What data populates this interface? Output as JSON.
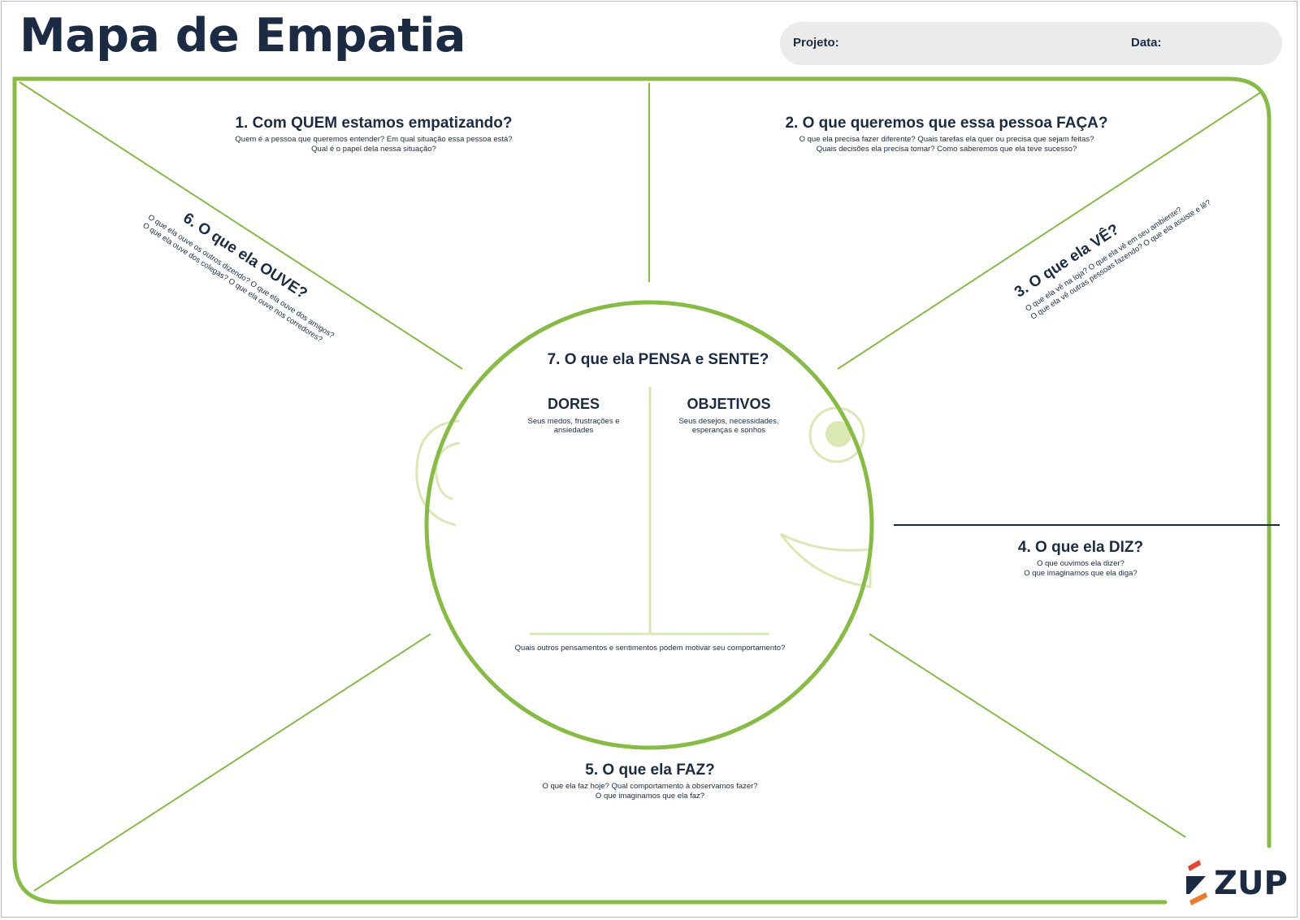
{
  "title": "Mapa de Empatia",
  "meta": {
    "project_label": "Projeto:",
    "date_label": "Data:"
  },
  "sections": {
    "who": {
      "heading": "1. Com QUEM estamos empatizando?",
      "subtext": [
        "Quem é a pessoa que queremos entender? Em qual situação essa pessoa está?",
        "Qual é o papel dela nessa situação?"
      ]
    },
    "do": {
      "heading": "2. O que queremos que essa pessoa FAÇA?",
      "subtext": [
        "O que ela precisa fazer diferente? Quais tarefas ela quer ou precisa que sejam feitas?",
        "Quais decisões ela precisa tomar? Como saberemos que ela teve sucesso?"
      ]
    },
    "sees": {
      "heading": "3. O que ela VÊ?",
      "subtext": [
        "O que ela vê na loja? O que ela vê em seu ambiente?",
        "O que ela vê outras pessoas fazendo? O que ela assiste e lê?"
      ]
    },
    "says": {
      "heading": "4. O que ela DIZ?",
      "subtext": [
        "O que ouvimos ela dizer?",
        "O que imaginamos que ela diga?"
      ]
    },
    "does": {
      "heading": "5. O que ela FAZ?",
      "subtext": [
        "O que ela faz hoje? Qual comportamento à observamos fazer?",
        "O que imaginamos que ela faz?"
      ]
    },
    "hears": {
      "heading": "6. O que ela OUVE?",
      "subtext": [
        "O que ela ouve os outros dizendo? O que ela ouve dos amigos?",
        "O que ela ouve dos colegas? O que ela ouve nos corredores?"
      ]
    },
    "thinks": {
      "heading": "7. O que ela PENSA e SENTE?",
      "pains": {
        "heading": "DORES",
        "subtext": [
          "Seus medos, frustrações e",
          "ansiedades"
        ]
      },
      "goals": {
        "heading": "OBJETIVOS",
        "subtext": [
          "Seus desejos, necessidades,",
          "esperanças e sonhos"
        ]
      },
      "footer": "Quais outros pensamentos e sentimentos podem motivar seu comportamento?"
    }
  },
  "logo": {
    "text": "ZUP"
  },
  "colors": {
    "frame_green": "#86bc42",
    "face_light_green": "#dbe8b5",
    "navy": "#1b2b44",
    "logo_red": "#e8432c",
    "logo_orange": "#f27a26"
  }
}
